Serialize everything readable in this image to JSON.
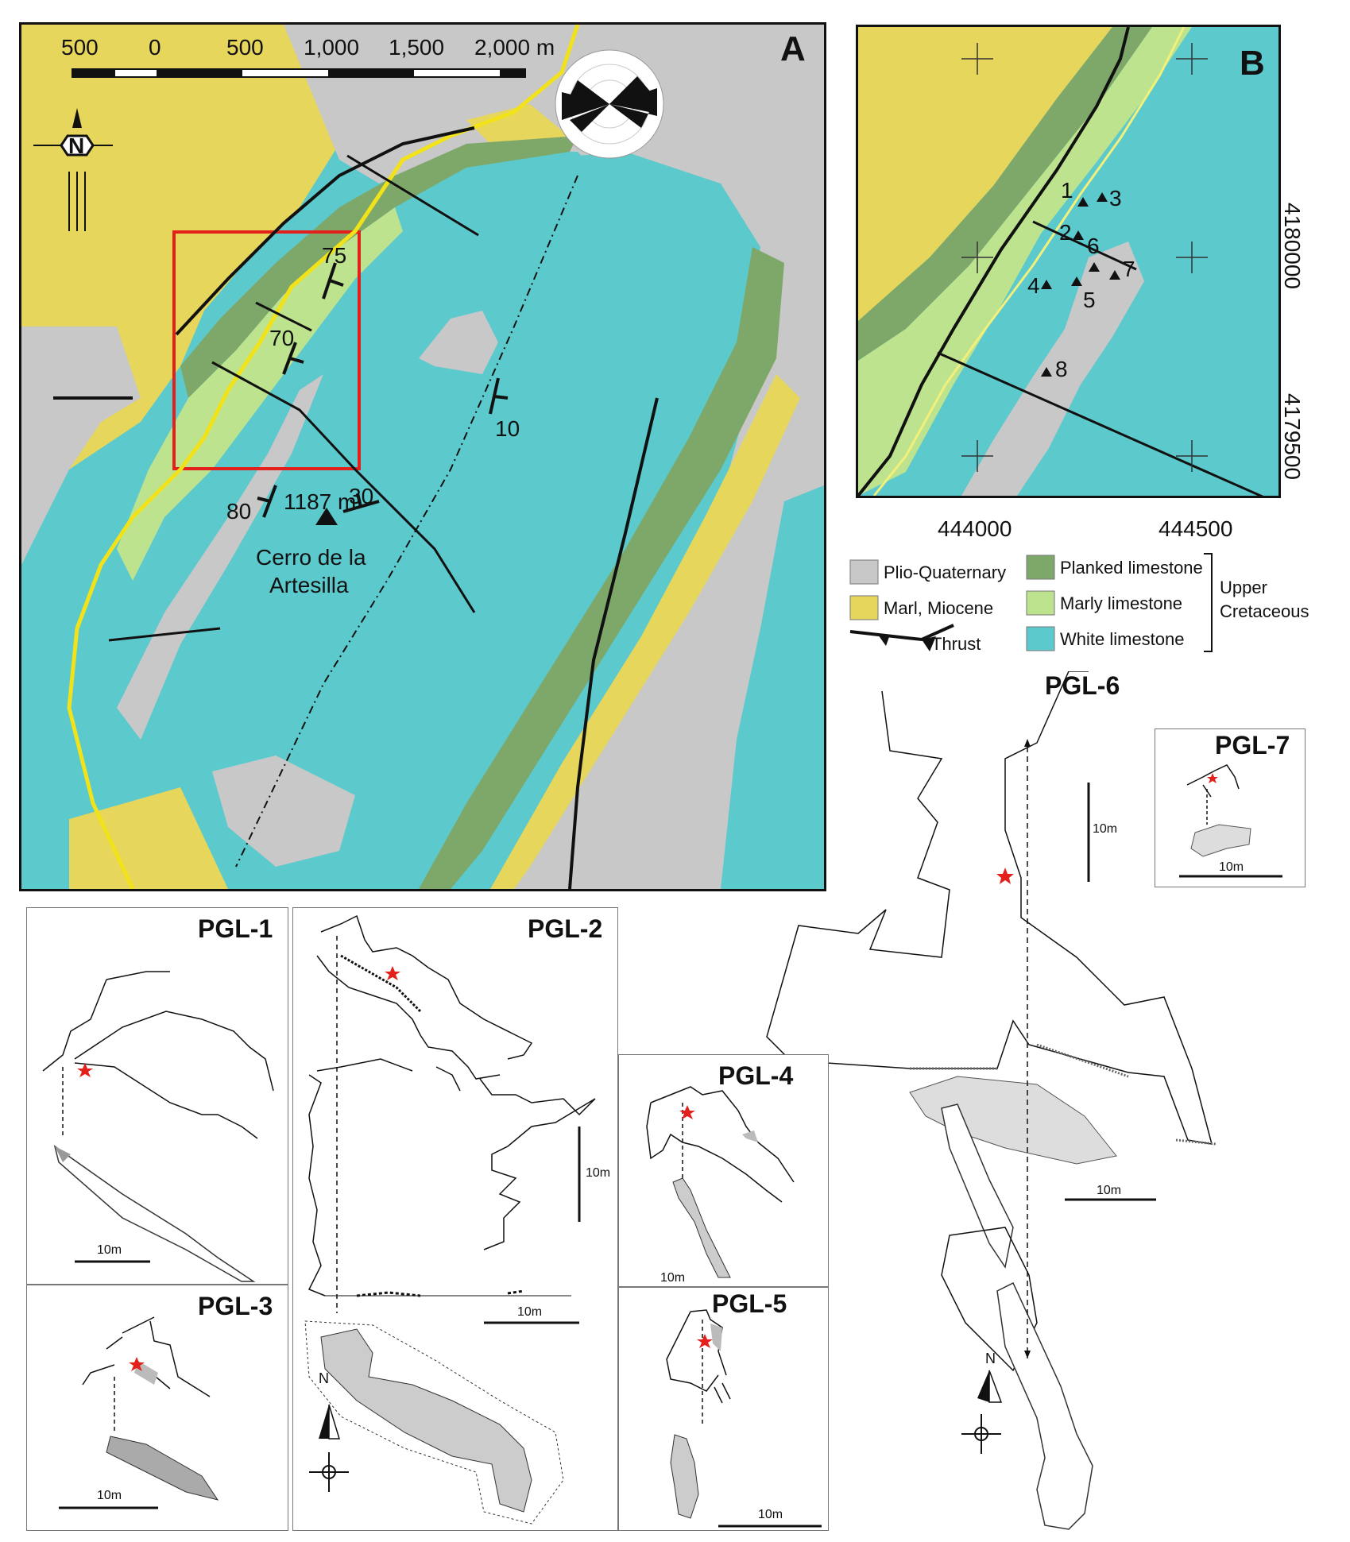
{
  "panel_a": {
    "letter": "A",
    "scale_labels": [
      "500",
      "0",
      "500",
      "1,000",
      "1,500",
      "2,000 m"
    ],
    "north_label": "N",
    "dips": [
      "75",
      "70",
      "10",
      "80",
      "30"
    ],
    "summit_elev": "1187 m",
    "summit_name_line1": "Cerro de la",
    "summit_name_line2": "Artesilla"
  },
  "panel_b": {
    "letter": "B",
    "sites": [
      "1",
      "2",
      "3",
      "4",
      "5",
      "6",
      "7",
      "8"
    ],
    "easting_1": "444000",
    "easting_2": "444500",
    "northing_1": "4180000",
    "northing_2": "4179500"
  },
  "legend": {
    "plio": "Plio-Quaternary",
    "marl": "Marl, Miocene",
    "thrust": "Thrust",
    "planked": "Planked limestone",
    "marly": "Marly limestone",
    "white": "White limestone",
    "group_line1": "Upper",
    "group_line2": "Cretaceous"
  },
  "colors": {
    "marl_yellow": "#e6d65c",
    "plio_grey": "#c8c8c8",
    "planked_green": "#7ea86a",
    "marly_green": "#bde38e",
    "white_cyan": "#5cc9cc",
    "road_yellow": "#f2e21a",
    "frame_red": "#e3201b",
    "star_red": "#e3201b"
  },
  "caves": {
    "pgl1": {
      "title": "PGL-1",
      "scale": "10m"
    },
    "pgl2": {
      "title": "PGL-2",
      "scale_v": "10m",
      "scale_h": "10m",
      "north": "N"
    },
    "pgl3": {
      "title": "PGL-3",
      "scale": "10m"
    },
    "pgl4": {
      "title": "PGL-4",
      "scale": "10m"
    },
    "pgl5": {
      "title": "PGL-5",
      "scale": "10m"
    },
    "pgl6": {
      "title": "PGL-6",
      "scale_v": "10m",
      "scale_h": "10m",
      "north": "N"
    },
    "pgl7": {
      "title": "PGL-7",
      "scale": "10m"
    }
  }
}
